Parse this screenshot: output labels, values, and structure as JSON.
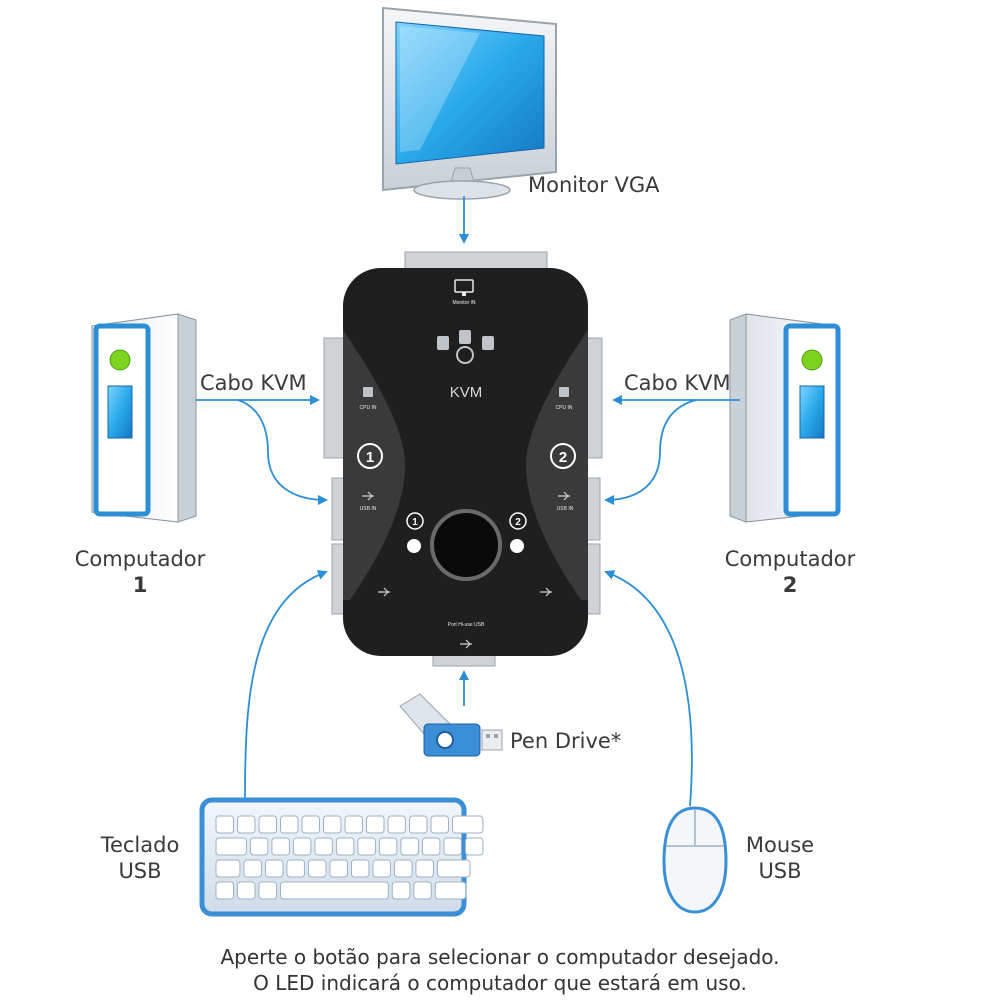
{
  "labels": {
    "monitor": "Monitor VGA",
    "cable_left": "Cabo KVM",
    "cable_right": "Cabo KVM",
    "computer1_line1": "Computador",
    "computer1_line2": "1",
    "computer2_line1": "Computador",
    "computer2_line2": "2",
    "pendrive": "Pen Drive*",
    "keyboard_line1": "Teclado",
    "keyboard_line2": "USB",
    "mouse_line1": "Mouse",
    "mouse_line2": "USB"
  },
  "kvm": {
    "brand": "KVM",
    "port1_badge": "1",
    "port2_badge": "2",
    "led1_badge": "1",
    "led2_badge": "2",
    "monitor_port_label": "Monitor IN",
    "cpu_in_left": "CPU IN",
    "cpu_in_right": "CPU IN",
    "usb_in_left": "USB IN",
    "usb_in_right": "USB IN",
    "usb_out_label": "Port Hi-use USB"
  },
  "caption": {
    "line1": "Aperte o botão para selecionar o computador desejado.",
    "line2": "O LED indicará o computador que estará em uso."
  },
  "colors": {
    "arrow": "#2c8fd6",
    "kvm_body": "#1f1f1f",
    "kvm_panel": "#3a3a3a",
    "screen": "#29a9ea",
    "led_green": "#7ed321"
  },
  "icons": {
    "monitor": "monitor-icon",
    "computer": "tower-pc-icon",
    "keyboard": "keyboard-icon",
    "mouse": "mouse-icon",
    "pendrive": "usb-flash-drive-icon",
    "kvm": "kvm-switch-icon"
  }
}
